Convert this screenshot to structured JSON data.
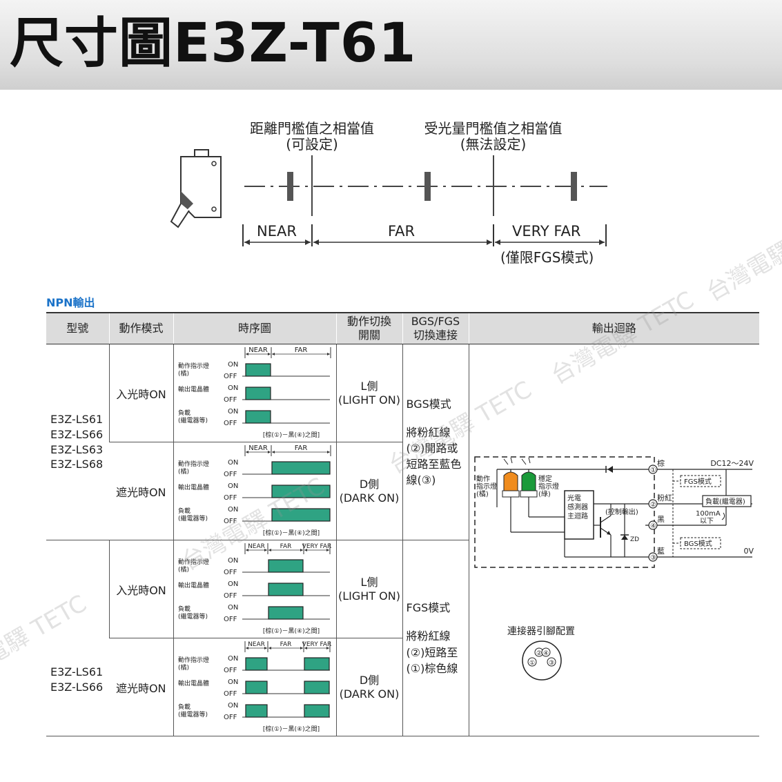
{
  "title": "尺寸圖E3Z-T61",
  "range": {
    "distance_threshold_line1": "距離門檻值之相當值",
    "distance_threshold_line2": "(可設定)",
    "light_threshold_line1": "受光量門檻值之相當值",
    "light_threshold_line2": "(無法設定)",
    "near": "NEAR",
    "far": "FAR",
    "very_far": "VERY FAR",
    "fgs_only": "(僅限FGS模式)"
  },
  "section_label": "NPN輸出",
  "table": {
    "headers": {
      "model": "型號",
      "mode": "動作模式",
      "timing": "時序圖",
      "switch_line1": "動作切換",
      "switch_line2": "開關",
      "bgs_line1": "BGS/FGS",
      "bgs_line2": "切換連接",
      "circuit": "輸出迴路"
    },
    "group1_models": [
      "E3Z-LS61",
      "E3Z-LS66",
      "E3Z-LS63",
      "E3Z-LS68"
    ],
    "group2_models": [
      "E3Z-LS61",
      "E3Z-LS66"
    ],
    "light_on": "入光時ON",
    "dark_on": "遮光時ON",
    "l_side": "L側",
    "l_side_sub": "(LIGHT ON)",
    "d_side": "D側",
    "d_side_sub": "(DARK ON)",
    "bgs_mode": "BGS模式",
    "bgs_desc": [
      "將粉紅線",
      "(②)開路或",
      "短路至藍色",
      "線(③)"
    ],
    "fgs_mode": "FGS模式",
    "fgs_desc": [
      "將粉紅線",
      "(②)短路至",
      "(①)棕色線"
    ]
  },
  "timing": {
    "near": "NEAR",
    "far": "FAR",
    "very_far": "VERY FAR",
    "on": "ON",
    "off": "OFF",
    "indicator_line1": "動作指示燈",
    "indicator_line2": "(橘)",
    "transistor": "輸出電晶體",
    "load_line1": "負載",
    "load_line2": "(繼電器等)",
    "footer": "[棕(①)－黑(④)之間]",
    "diagrams": [
      {
        "scale": 2,
        "signal": [
          [
            0,
            1
          ]
        ]
      },
      {
        "scale": 2,
        "signal": [
          [
            1,
            2
          ]
        ]
      },
      {
        "scale": 3,
        "signal": [
          [
            1,
            2
          ]
        ]
      },
      {
        "scale": 3,
        "signal": [
          [
            0,
            1
          ],
          [
            2,
            3
          ]
        ]
      }
    ]
  },
  "circuit": {
    "brown": "棕",
    "pink": "粉紅",
    "black": "黑",
    "blue": "藍",
    "supply": "DC12～24V",
    "fgs_mode": "FGS模式",
    "bgs_mode": "BGS模式",
    "load": "負載(繼電器)",
    "current_line1": "100mA",
    "current_line2": "以下",
    "zero_v": "0V",
    "control_output": "(控制輸出)",
    "zd": "ZD",
    "op_indicator": [
      "動作",
      "指示燈",
      "(橘)"
    ],
    "stab_indicator": [
      "穩定",
      "指示燈",
      "(綠)"
    ],
    "sensor": [
      "光電",
      "感測器",
      "主迴路"
    ],
    "pins": [
      "①",
      "②",
      "③",
      "④"
    ],
    "connector_title": "連接器引腳配置",
    "orange": "#f08c1e",
    "green": "#1a9a3a"
  },
  "watermark": "台灣電驛 TETC",
  "colors": {
    "signal": "#2fa383",
    "accent": "#1a72c8"
  }
}
